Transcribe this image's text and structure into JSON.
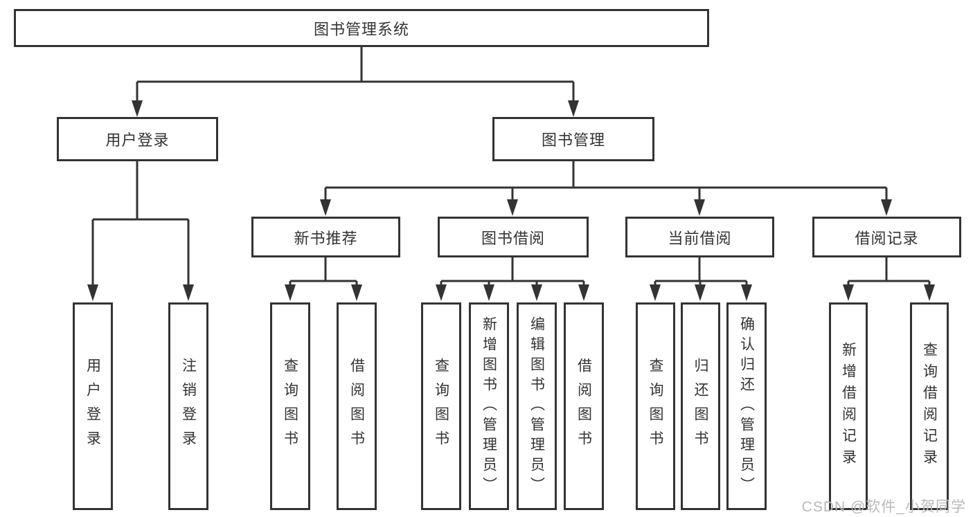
{
  "tree": {
    "root": {
      "label": "图书管理系统"
    },
    "branches": [
      {
        "label": "用户登录",
        "children": [
          {
            "label": "用户登录"
          },
          {
            "label": "注销登录"
          }
        ]
      },
      {
        "label": "图书管理",
        "children": [
          {
            "label": "新书推荐",
            "children": [
              {
                "label": "查询图书"
              },
              {
                "label": "借阅图书"
              }
            ]
          },
          {
            "label": "图书借阅",
            "children": [
              {
                "label": "查询图书"
              },
              {
                "label": "新增图书（管理员）"
              },
              {
                "label": "编辑图书（管理员）"
              },
              {
                "label": "借阅图书"
              }
            ]
          },
          {
            "label": "当前借阅",
            "children": [
              {
                "label": "查询图书"
              },
              {
                "label": "归还图书"
              },
              {
                "label": "确认归还（管理员）"
              }
            ]
          },
          {
            "label": "借阅记录",
            "children": [
              {
                "label": "新增借阅记录"
              },
              {
                "label": "查询借阅记录"
              }
            ]
          }
        ]
      }
    ]
  },
  "watermark": "CSDN @软件_小贺同学",
  "colors": {
    "line": "#333333",
    "text": "#333333",
    "box_fill": "#ffffff",
    "watermark": "#b9b9b9"
  }
}
